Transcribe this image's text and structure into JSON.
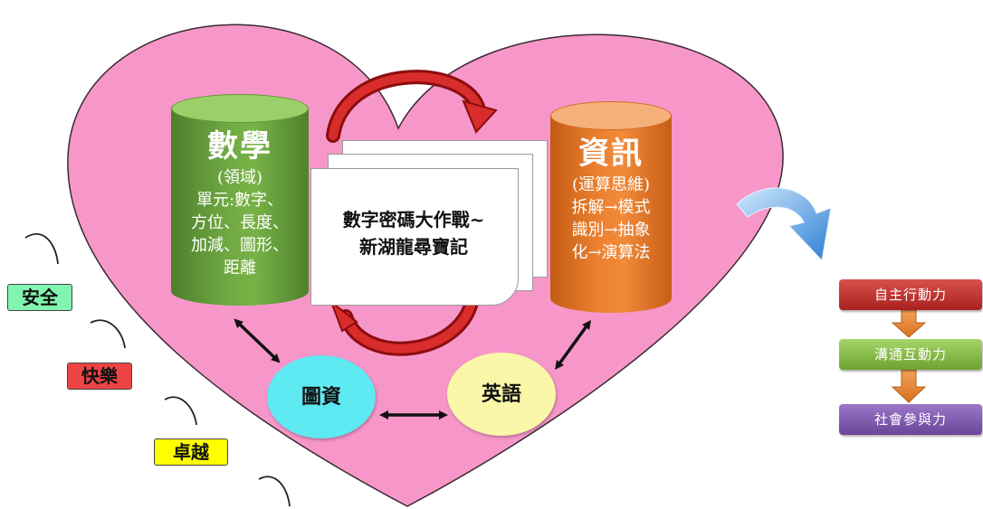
{
  "math": {
    "title": "數學",
    "lines": [
      "(領域)",
      "單元:數字、",
      "方位、長度、",
      "加減、圖形、",
      "距離"
    ]
  },
  "info": {
    "title": "資訊",
    "lines": [
      "(運算思維)",
      "拆解→模式",
      "識別→抽象",
      "化→演算法"
    ]
  },
  "project": {
    "lines": [
      "數字密碼大作戰~",
      "新湖龍尋寶記"
    ]
  },
  "circles": {
    "library": "圖資",
    "english": "英語"
  },
  "values": {
    "safe": "安全",
    "happy": "快樂",
    "excellent": "卓越"
  },
  "flow": {
    "items": [
      "自主行動力",
      "溝通互動力",
      "社會參與力"
    ]
  },
  "colors": {
    "heart": "#f797c9",
    "math": "#6fa842",
    "info": "#ec8130",
    "library": "#5fe9f3",
    "english": "#faf7a8",
    "safe": "#80f5b0",
    "happy": "#ef4444",
    "excellent": "#ffff00",
    "flow1": "#c0392b",
    "flow2": "#8cc04a",
    "flow3": "#7e57b6"
  }
}
